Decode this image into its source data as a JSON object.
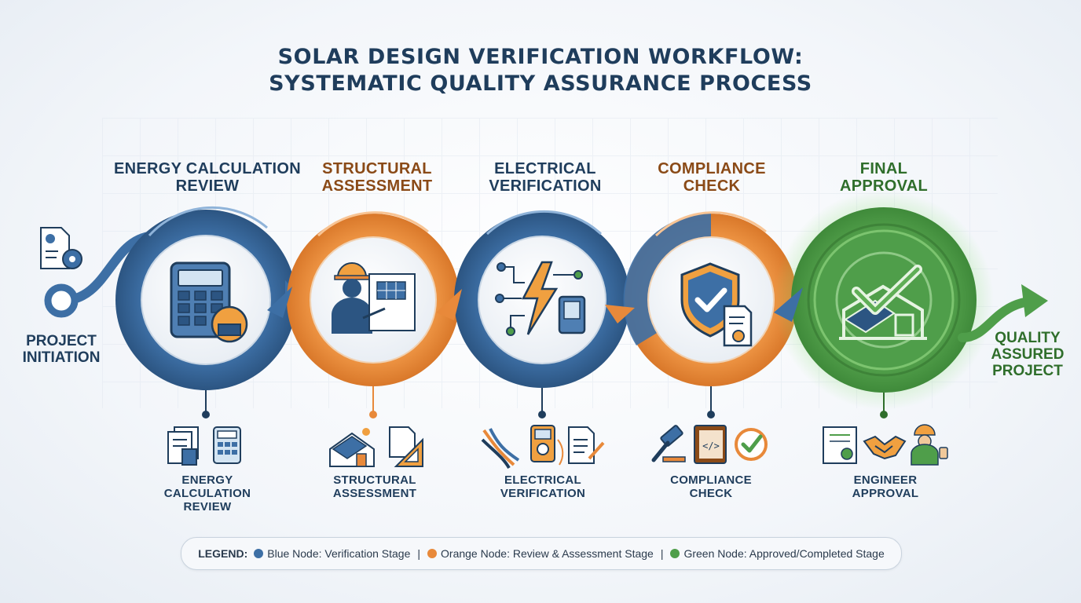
{
  "title": {
    "line1": "SOLAR DESIGN VERIFICATION WORKFLOW:",
    "line2": "SYSTEMATIC QUALITY ASSURANCE PROCESS"
  },
  "start": {
    "line1": "PROJECT",
    "line2": "INITIATION"
  },
  "end": {
    "line1": "QUALITY",
    "line2": "ASSURED",
    "line3": "PROJECT"
  },
  "colors": {
    "blue": "#3d6fa5",
    "orange": "#e8893a",
    "green": "#4f9e4a",
    "navy": "#1f3d5c",
    "brown": "#8a4a17",
    "dark_green": "#2f6e2b"
  },
  "stages": [
    {
      "title_line1": "ENERGY CALCULATION",
      "title_line2": "REVIEW",
      "color": "blue",
      "icon": "calculator-icon",
      "sub_line1": "ENERGY",
      "sub_line2": "CALCULATION",
      "sub_line3": "REVIEW",
      "sub_icons": [
        "documents-icon",
        "calculator-icon"
      ]
    },
    {
      "title_line1": "STRUCTURAL",
      "title_line2": "ASSESSMENT",
      "color": "orange",
      "icon": "engineer-blueprint-icon",
      "sub_line1": "STRUCTURAL",
      "sub_line2": "ASSESSMENT",
      "sub_icons": [
        "solar-house-icon",
        "drafting-tools-icon"
      ]
    },
    {
      "title_line1": "ELECTRICAL",
      "title_line2": "VERIFICATION",
      "color": "blue",
      "icon": "lightning-circuit-icon",
      "sub_line1": "ELECTRICAL",
      "sub_line2": "VERIFICATION",
      "sub_icons": [
        "wires-icon",
        "multimeter-icon",
        "checklist-icon"
      ]
    },
    {
      "title_line1": "COMPLIANCE",
      "title_line2": "CHECK",
      "color": "orange",
      "icon": "shield-check-icon",
      "sub_line1": "COMPLIANCE",
      "sub_line2": "CHECK",
      "sub_icons": [
        "gavel-icon",
        "code-book-icon",
        "approved-check-icon"
      ]
    },
    {
      "title_line1": "FINAL",
      "title_line2": "APPROVAL",
      "color": "green",
      "icon": "approved-solar-house-icon",
      "sub_line1": "ENGINEER",
      "sub_line2": "APPROVAL",
      "sub_icons": [
        "certificate-icon",
        "handshake-icon",
        "engineer-thumbs-up-icon"
      ]
    }
  ],
  "legend": {
    "title": "LEGEND:",
    "items": [
      {
        "color": "#3d6fa5",
        "label": "Blue Node: Verification Stage"
      },
      {
        "color": "#e8893a",
        "label": "Orange Node: Review & Assessment Stage"
      },
      {
        "color": "#4f9e4a",
        "label": "Green Node: Approved/Completed Stage"
      }
    ],
    "separator": "|"
  }
}
